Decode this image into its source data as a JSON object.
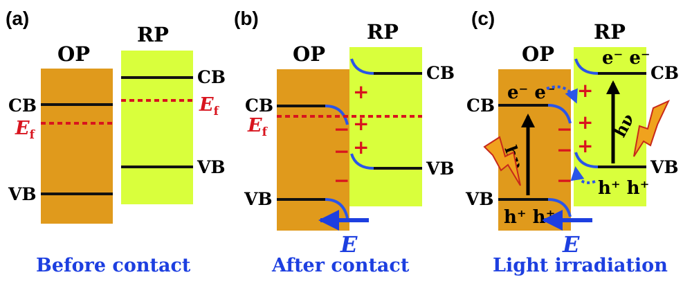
{
  "colors": {
    "op": "#e09a1c",
    "rp": "#d9ff3c",
    "band": "#111111",
    "fermi": "#d8141e",
    "bend": "#2a55e8",
    "caption": "#1d3fe0"
  },
  "panels": [
    {
      "tag": "(a)",
      "caption": "Before contact"
    },
    {
      "tag": "(b)",
      "caption": "After contact"
    },
    {
      "tag": "(c)",
      "caption": "Light irradiation"
    }
  ],
  "labels": {
    "op": "OP",
    "rp": "RP",
    "cb": "CB",
    "vb": "VB",
    "ef_main": "E",
    "ef_sub": "f",
    "field": "E",
    "plus": "+",
    "minus": "−",
    "electrons": "e⁻ e⁻",
    "holes": "h⁺ h⁺",
    "photon": "hν"
  }
}
